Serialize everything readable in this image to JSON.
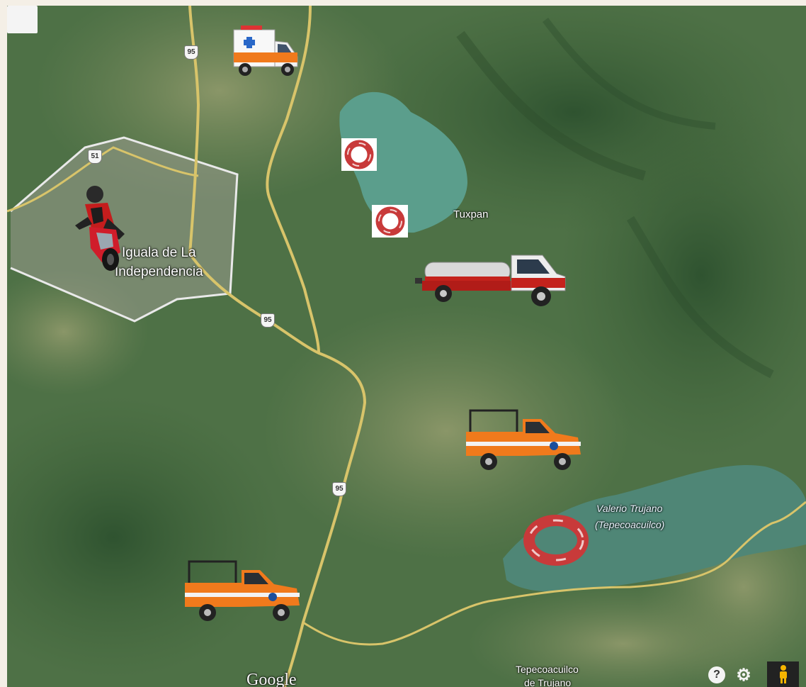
{
  "map": {
    "places": {
      "city_line1": "Iguala de La",
      "city_line2": "Independencia",
      "town": "Tuxpan",
      "lake_line1": "Valerio Trujano",
      "lake_line2": "(Tepecoacuilco)",
      "south_line1": "Tepecoacuilco",
      "south_line2": "de Trujano"
    },
    "highways": {
      "hw95_top": "95",
      "hw51": "51",
      "hw95_mid": "95",
      "hw95_south": "95"
    },
    "attribution": "Google",
    "controls": {
      "help_symbol": "?",
      "settings_symbol": "⚙"
    },
    "colors": {
      "vegetation": "#4b6e45",
      "water": "#5b9e8c",
      "road": "#d8c46a",
      "boundary": "#e9e9e9",
      "vehicle_orange": "#f07a1c"
    },
    "markers": [
      "ambulance-icon",
      "motorcycle-icon",
      "lifebuoy-icon",
      "lifebuoy-icon",
      "fire-truck-icon",
      "pickup-truck-icon",
      "lifebuoy-icon",
      "pickup-truck-icon"
    ]
  }
}
